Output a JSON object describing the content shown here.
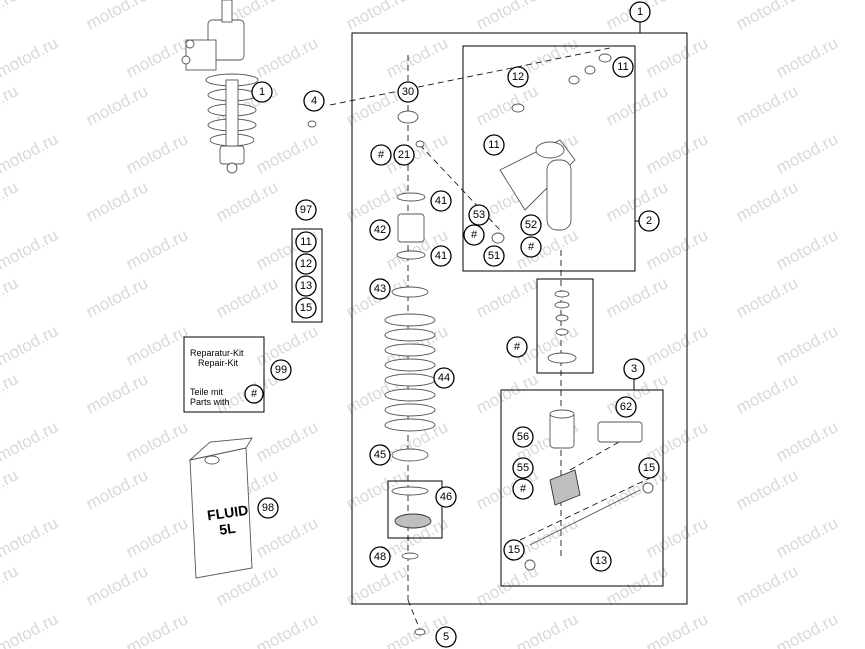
{
  "watermark": "motod.ru",
  "callouts": {
    "c1_top": "1",
    "c1_left": "1",
    "c2": "2",
    "c3": "3",
    "c4": "4",
    "c5": "5",
    "c11_top": "11",
    "c11_mid": "11",
    "c12": "12",
    "c30": "30",
    "c21": "21",
    "c21_hash": "#",
    "c41_a": "41",
    "c41_b": "41",
    "c42": "42",
    "c43": "43",
    "c44": "44",
    "c45": "45",
    "c46": "46",
    "c48": "48",
    "c51": "51",
    "c52": "52",
    "c53": "53",
    "c53_hash": "#",
    "c52_hash": "#",
    "c_mid_hash": "#",
    "c55": "55",
    "c55_hash": "#",
    "c56": "56",
    "c62": "62",
    "c15_a": "15",
    "c15_b": "15",
    "c13": "13",
    "c97": "97",
    "c98": "98",
    "c99": "99"
  },
  "kit97": {
    "items": [
      "11",
      "12",
      "13",
      "15"
    ]
  },
  "repair_kit": {
    "line1": "Reparatur-Kit",
    "line2": "Repair-Kit",
    "line3": "Teile mit",
    "line4": "Parts with",
    "hash": "#"
  },
  "fluid_can": {
    "line1": "FLUID",
    "line2": "5L"
  }
}
